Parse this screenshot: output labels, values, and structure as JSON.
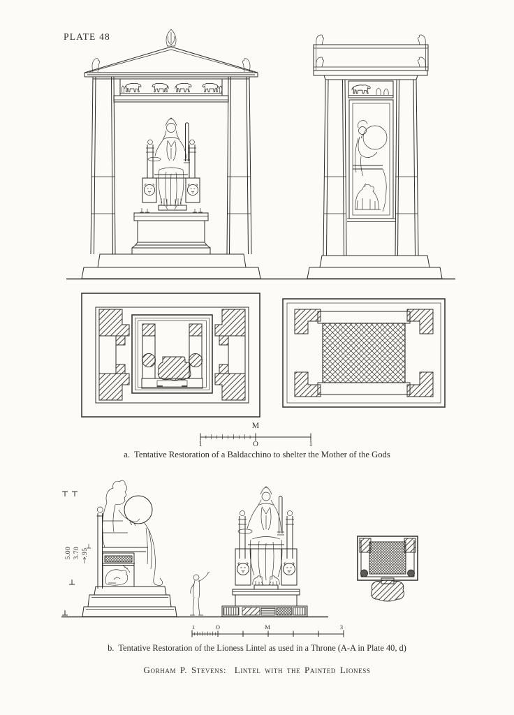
{
  "page": {
    "plate_label": "PLATE 48",
    "caption_a": "a.  Tentative Restoration of a Baldacchino to shelter the Mother of the Gods",
    "caption_b": "b.  Tentative Restoration of the Lioness Lintel as used in a Throne (A-A in Plate 40, d)",
    "credit": "Gorham P. Stevens:  Lintel with the Painted Lioness"
  },
  "scale_bar_a": {
    "unit": "M",
    "left": "1",
    "zero": "O",
    "right": "1"
  },
  "scale_bar_b": {
    "left": "1",
    "zero": "O",
    "unit": "M",
    "right": "3"
  },
  "dimensions": {
    "d1": "5.00",
    "d2": "3.70",
    "d3": ".95"
  },
  "colors": {
    "ink": "#2e2c28",
    "paper": "#fcfbf7"
  }
}
